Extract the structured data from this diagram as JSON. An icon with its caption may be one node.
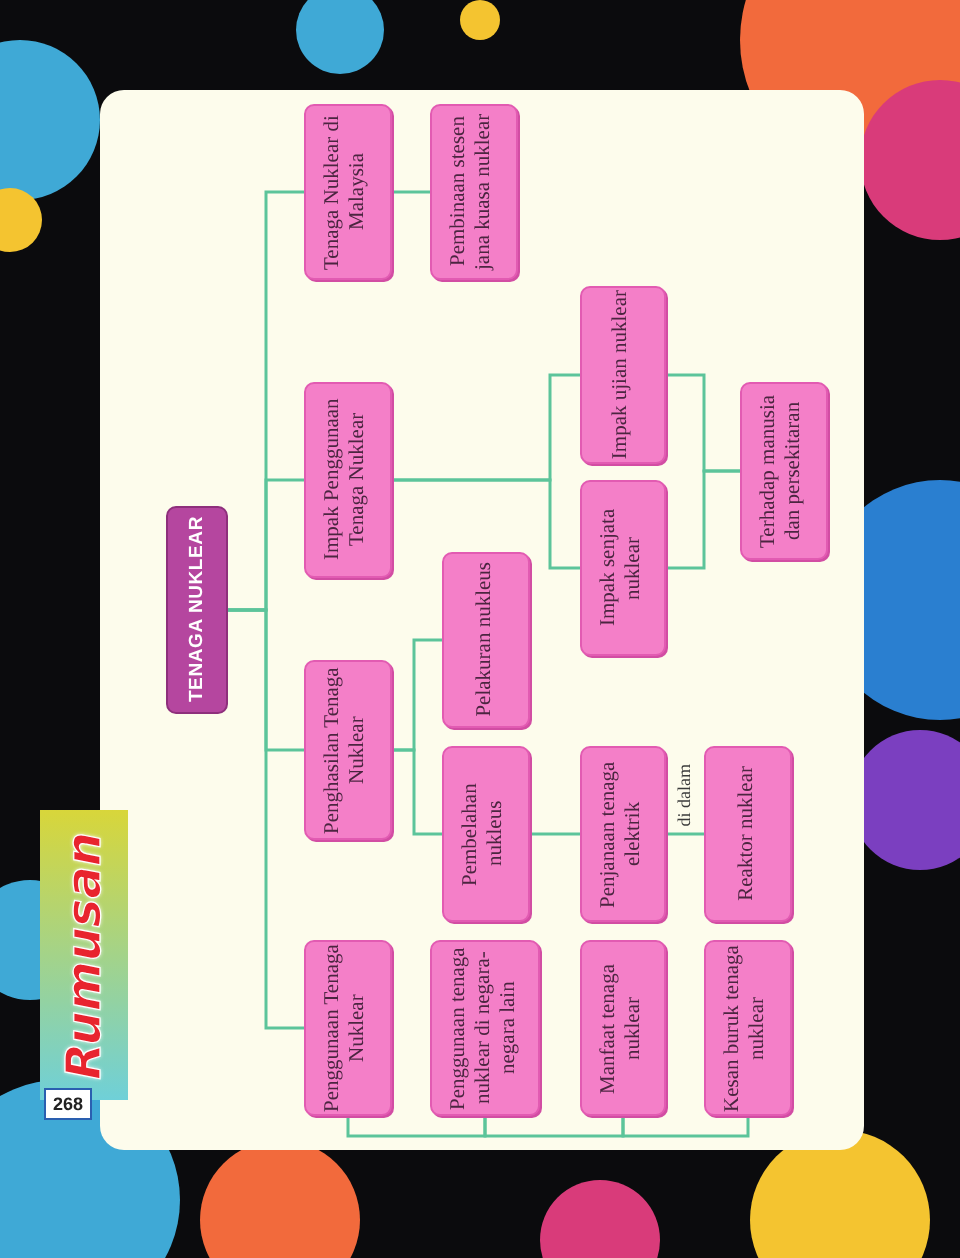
{
  "diagram": {
    "title": "Rumusan",
    "nodes": [
      {
        "text": [
          "TENAGA NUKLEAR"
        ]
      },
      {
        "text": [
          "Tenaga Nuklear di Malaysia"
        ]
      },
      {
        "text": [
          "Pembinaan stesen jana kuasa nuklear"
        ]
      },
      {
        "text": [
          "Impak Penggunaan Tenaga Nuklear"
        ]
      },
      {
        "text": [
          "Impak ujian nuklear"
        ]
      },
      {
        "text": [
          "Impak senjata nuklear"
        ]
      },
      {
        "text": [
          "Terhadap manusia dan persekitaran"
        ]
      },
      {
        "text": [
          "Penghasilan Tenaga Nuklear"
        ]
      },
      {
        "text": [
          "Pelakuran nukleus"
        ]
      },
      {
        "text": [
          "Pembelahan nukleus"
        ]
      },
      {
        "text": [
          "Penjanaan tenaga elektrik"
        ]
      },
      {
        "text": [
          "Reaktor nuklear"
        ]
      },
      {
        "text": [
          "Penggunaan Tenaga Nuklear"
        ]
      },
      {
        "text": [
          "Penggunaan tenaga nuklear di negara-negara lain"
        ]
      },
      {
        "text": [
          "Manfaat tenaga nuklear"
        ]
      },
      {
        "text": [
          "Kesan buruk tenaga nuklear"
        ]
      }
    ],
    "edges": [
      {
        "from": 0,
        "to": 1,
        "arrow": "none"
      },
      {
        "from": 0,
        "to": 3,
        "arrow": "none"
      },
      {
        "from": 0,
        "to": 7,
        "arrow": "none"
      },
      {
        "from": 0,
        "to": 12,
        "arrow": "none"
      },
      {
        "from": 1,
        "to": 2,
        "arrow": "none"
      },
      {
        "from": 3,
        "to": 4,
        "arrow": "none"
      },
      {
        "from": 3,
        "to": 5,
        "arrow": "none"
      },
      {
        "from": 4,
        "to": 6,
        "arrow": "none"
      },
      {
        "from": 5,
        "to": 6,
        "arrow": "none"
      },
      {
        "from": 7,
        "to": 8,
        "arrow": "none"
      },
      {
        "from": 7,
        "to": 9,
        "arrow": "none"
      },
      {
        "from": 9,
        "to": 10,
        "arrow": "none"
      },
      {
        "from": 10,
        "to": 11,
        "label": "di dalam",
        "arrow": "none"
      },
      {
        "from": 12,
        "to": 13,
        "arrow": "none"
      },
      {
        "from": 13,
        "to": 14,
        "arrow": "none"
      },
      {
        "from": 14,
        "to": 15,
        "arrow": "none"
      }
    ],
    "labels": [
      "268"
    ]
  }
}
